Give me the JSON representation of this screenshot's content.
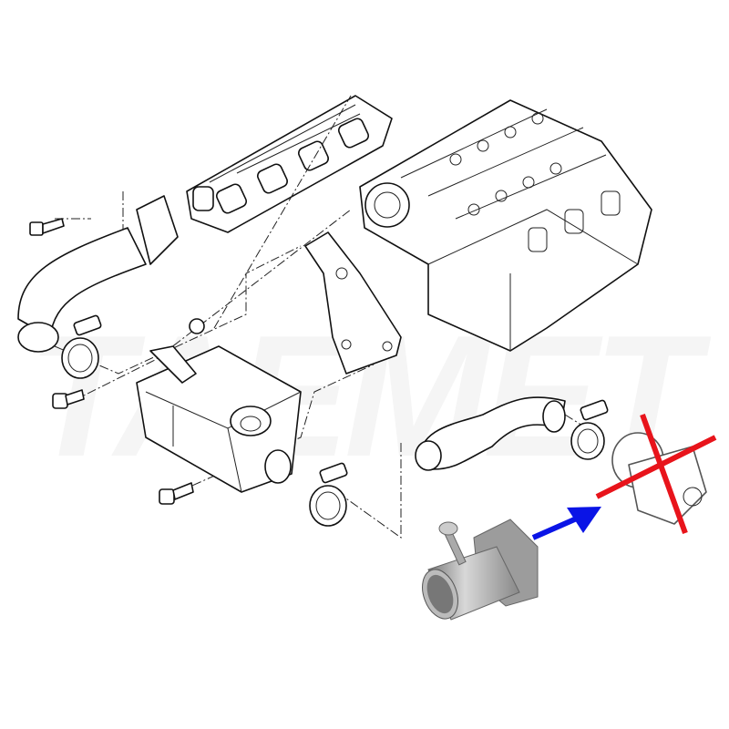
{
  "watermark": "TAEMET",
  "colors": {
    "cross": "#e8141b",
    "arrow": "#0a14e6",
    "line": "#111111",
    "metal": "#a8a8a8"
  },
  "annotations": {
    "removed_part": "egr-valve-crossed-out",
    "replacement_part": "egr-blanking-pipe",
    "arrow_direction": "replacement-to-removed"
  }
}
